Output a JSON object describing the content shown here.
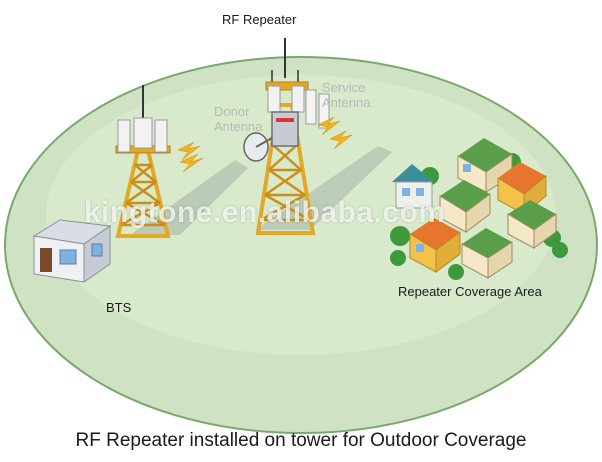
{
  "labels": {
    "rf_repeater": "RF Repeater",
    "donor_antenna_l1": "Donor",
    "donor_antenna_l2": "Antenna",
    "service_antenna_l1": "Service",
    "service_antenna_l2": "Antenna",
    "bts": "BTS",
    "coverage_area": "Repeater Coverage Area"
  },
  "watermark": "kingtone.en.alibaba.com",
  "caption": "RF Repeater installed on tower for Outdoor Coverage",
  "colors": {
    "ground": "#cfe3c4",
    "ground_edge": "#7aa86a",
    "tower": "#e3a824",
    "tower_dark": "#b77e12",
    "bts_wall": "#eef0f4",
    "roof_green": "#5a9e4a",
    "roof_orange": "#e8752e",
    "roof_teal": "#3a8e9a",
    "wall_yellow": "#f2c24a",
    "tree": "#3d9a3a",
    "signal": "#f2b31e"
  }
}
